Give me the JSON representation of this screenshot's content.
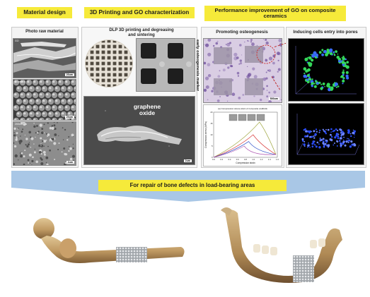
{
  "headers": {
    "material_design": "Material design",
    "printing": "3D Printing and GO characterization",
    "performance": "Performance improvement of GO on composite ceramics"
  },
  "panels": {
    "raw_material_title": "Photo raw material",
    "dlp_title": "DLP 3D printing and degreasing and sintering",
    "osteogenesis_title": "Promoting osteogenesis",
    "cells_title": "Inducing cells entry into pores",
    "side_marker": "early osteogenesis marker",
    "graphene_label": "graphene oxide"
  },
  "sem_tags": {
    "go": "GO",
    "ha10": "10um HA",
    "ha200": "200nm HA"
  },
  "scale_bars": {
    "go": "20um",
    "ha10": "20um",
    "ha200": "2um",
    "graphene": "2um",
    "osteo": "500um"
  },
  "mini_chart": {
    "title": "(a) Compression stress-strain of composite scaffolds",
    "xlabel": "Compression strain",
    "ylabel": "Compression stress (MPa)",
    "x_ticks": [
      "0.0",
      "0.2",
      "0.4",
      "0.6",
      "0.8",
      "1.0",
      "1.2",
      "1.4",
      "1.6"
    ],
    "y_ticks": [
      "0",
      "5",
      "10",
      "15",
      "20"
    ],
    "colors": [
      "#9aa236",
      "#d83a3a",
      "#3050c8",
      "#b05bb3"
    ]
  },
  "banner": {
    "text": "For repair of bone defects in load-bearing areas",
    "bg_color": "#a9c7e6",
    "label_color": "#f6ea3a"
  },
  "colors": {
    "header_yellow": "#f6ea3a",
    "bone": "#c9a672",
    "implant": "#bfc3c7"
  }
}
